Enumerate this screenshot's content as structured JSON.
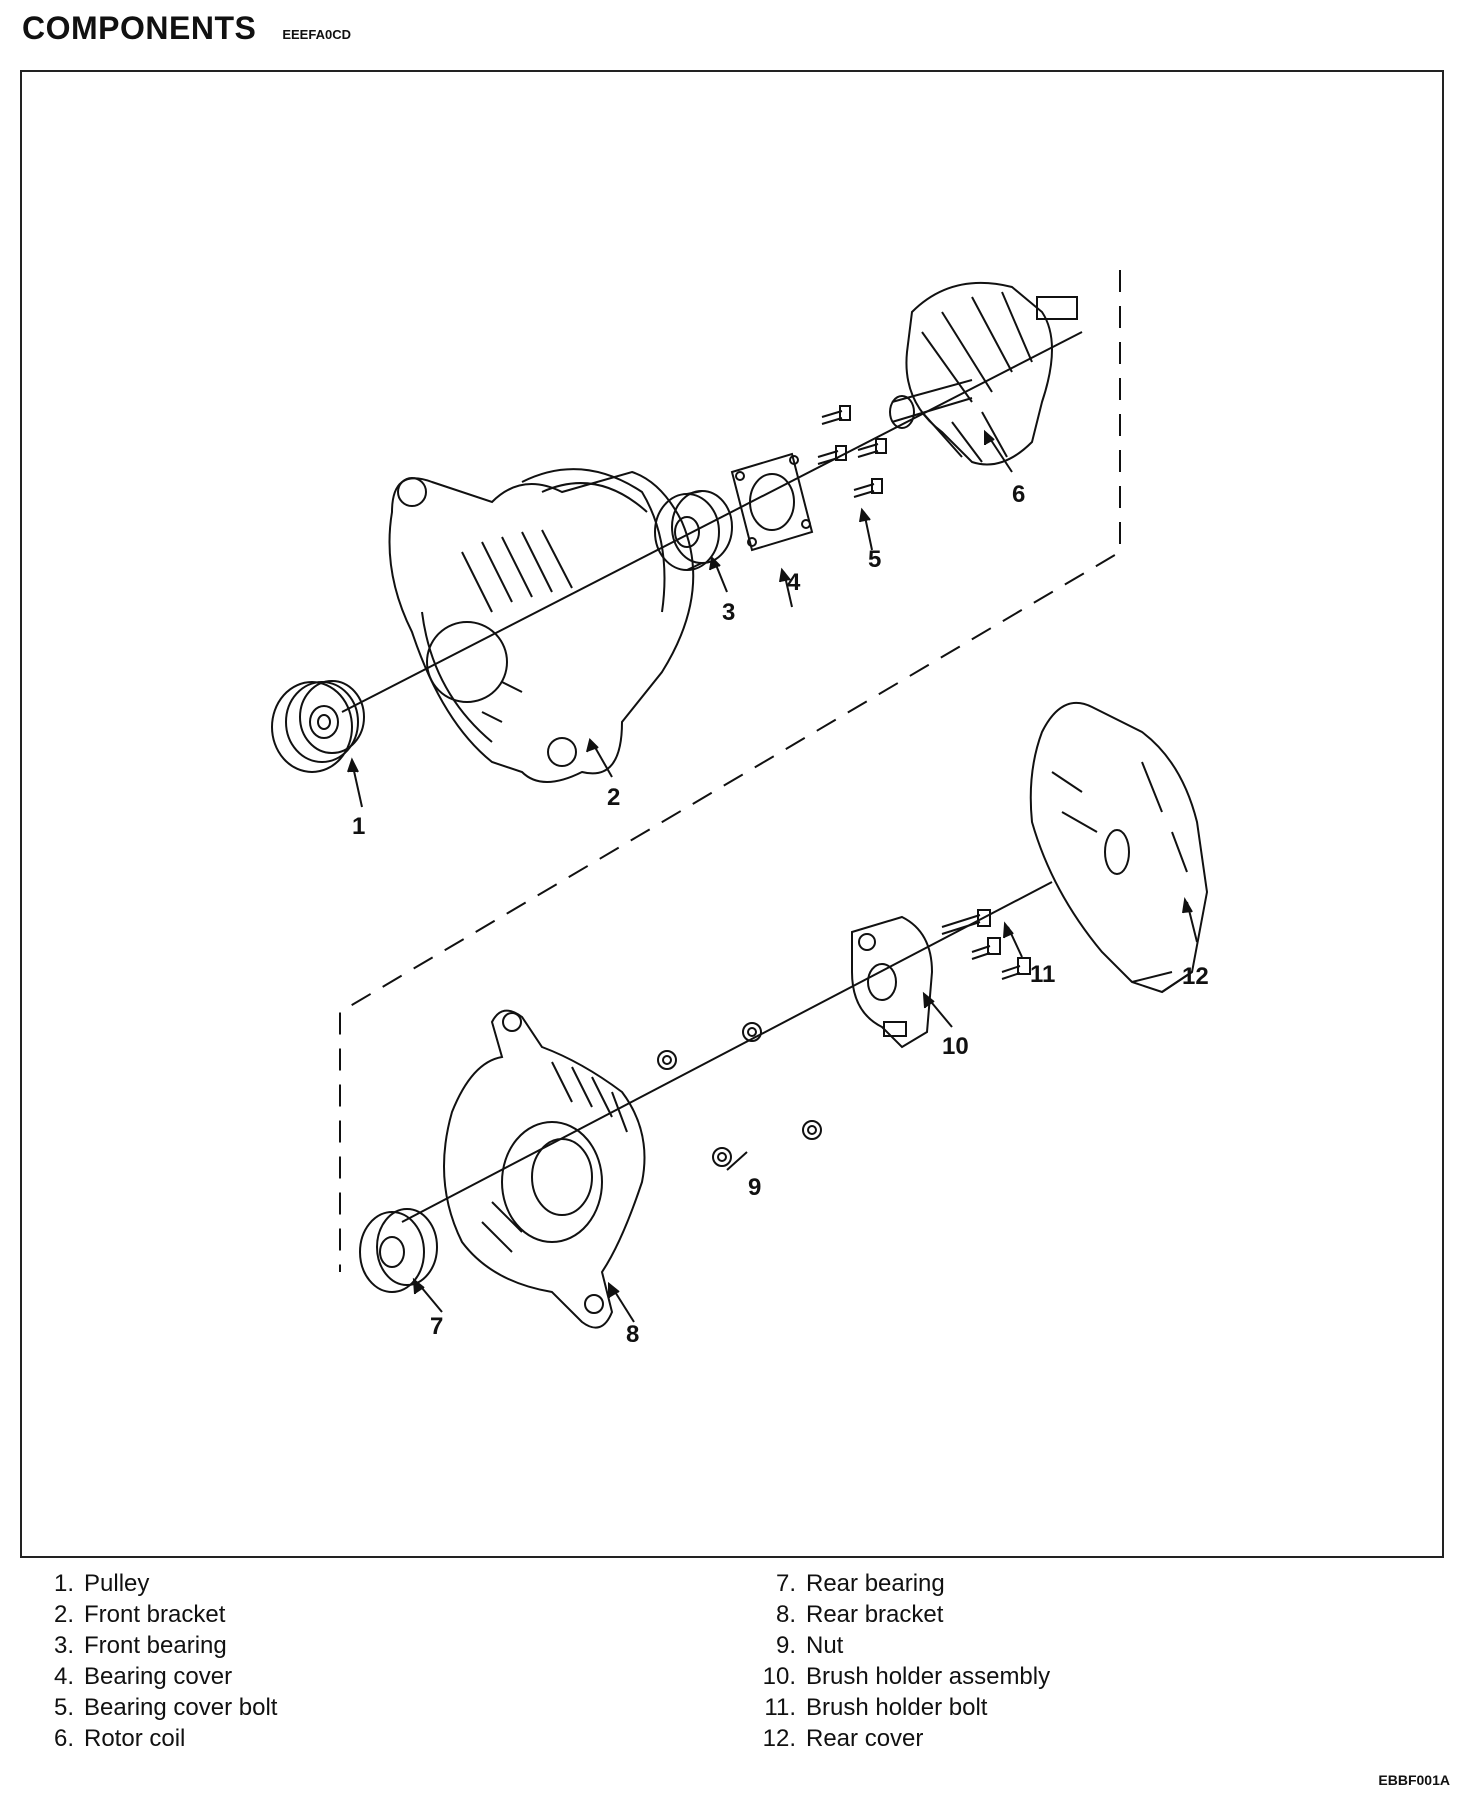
{
  "header": {
    "title": "COMPONENTS",
    "code": "EEEFA0CD"
  },
  "callouts": [
    "1",
    "2",
    "3",
    "4",
    "5",
    "6",
    "7",
    "8",
    "9",
    "10",
    "11",
    "12"
  ],
  "legend": {
    "left": [
      {
        "num": "1.",
        "label": "Pulley"
      },
      {
        "num": "2.",
        "label": "Front bracket"
      },
      {
        "num": "3.",
        "label": "Front bearing"
      },
      {
        "num": "4.",
        "label": "Bearing cover"
      },
      {
        "num": "5.",
        "label": "Bearing cover bolt"
      },
      {
        "num": "6.",
        "label": "Rotor coil"
      }
    ],
    "right": [
      {
        "num": "7.",
        "label": "Rear bearing"
      },
      {
        "num": "8.",
        "label": "Rear bracket"
      },
      {
        "num": "9.",
        "label": "Nut"
      },
      {
        "num": "10.",
        "label": "Brush holder assembly"
      },
      {
        "num": "11.",
        "label": "Brush holder bolt"
      },
      {
        "num": "12.",
        "label": "Rear cover"
      }
    ]
  },
  "figure_code": "EBBF001A"
}
